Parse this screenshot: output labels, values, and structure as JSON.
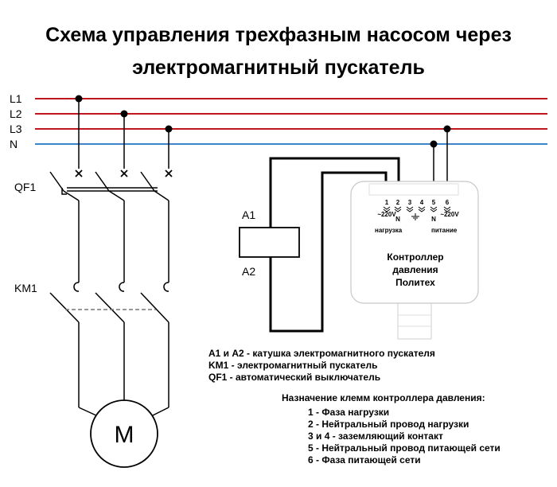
{
  "title": {
    "line1": "Схема управления трехфазным насосом через",
    "line2": "электромагнитный пускатель"
  },
  "lines": {
    "l1": "L1",
    "l2": "L2",
    "l3": "L3",
    "n": "N"
  },
  "labels": {
    "qf1": "QF1",
    "km1": "KM1",
    "motor": "M",
    "a1": "A1",
    "a2": "A2"
  },
  "controller": {
    "name_line1": "Контроллер",
    "name_line2": "давления",
    "name_line3": "Политех",
    "terminals": [
      "1",
      "2",
      "3",
      "4",
      "5",
      "6"
    ],
    "v1": "~220V",
    "n1": "N",
    "n2": "N",
    "v2": "~220V",
    "load": "нагрузка",
    "supply": "питание"
  },
  "legend": [
    "A1 и A2 - катушка электромагнитного пускателя",
    "KM1 - электромагнитный пускатель",
    "QF1 - автоматический выключатель"
  ],
  "terminal_info": {
    "heading": "Назначение клемм контроллера давления:",
    "items": [
      "1 - Фаза нагрузки",
      "2 - Нейтральный провод нагрузки",
      "3 и 4 - заземляющий контакт",
      "5 - Нейтральный провод питающей сети",
      "6 - Фаза питающей сети"
    ]
  },
  "colors": {
    "phase": "#c0161e",
    "neutral": "#3b86c8",
    "wire": "#000000"
  }
}
